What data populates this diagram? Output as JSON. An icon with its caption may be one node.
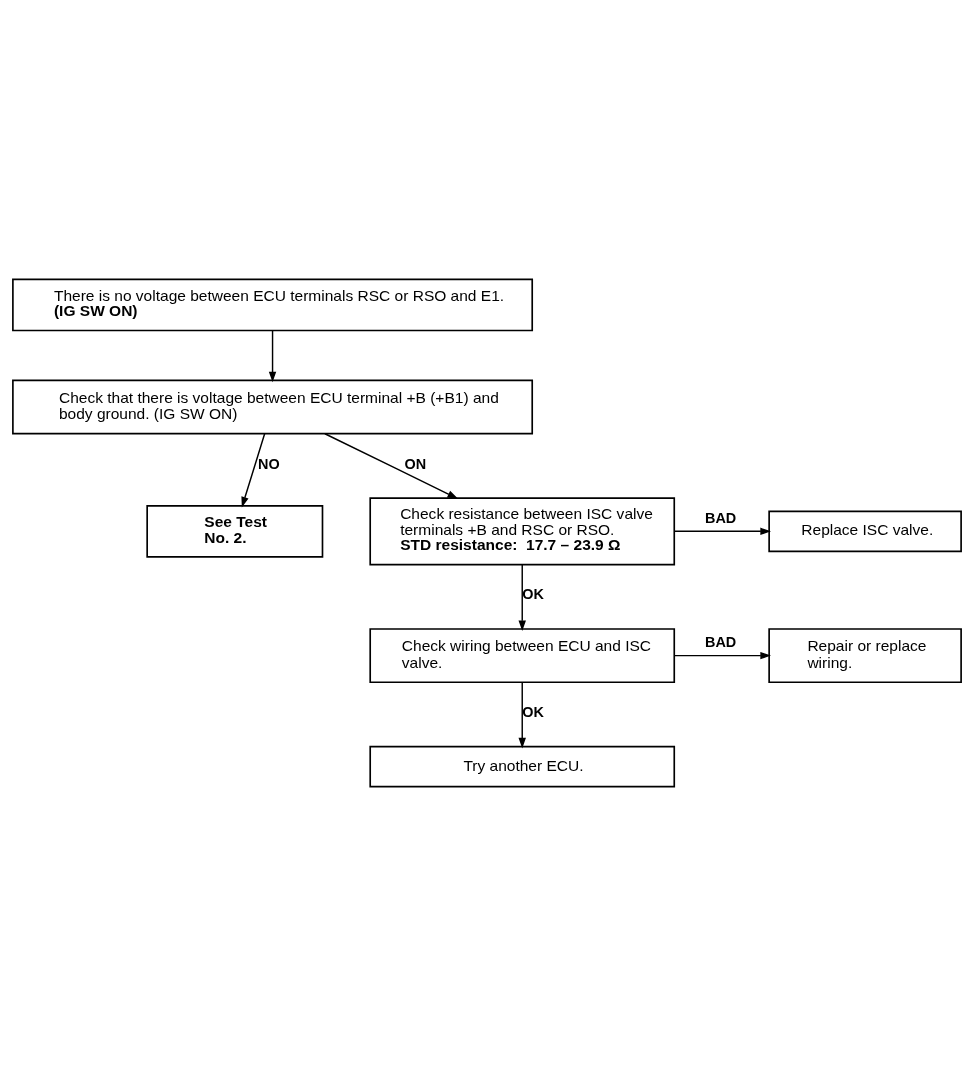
{
  "diagram": {
    "nodes": [
      {
        "text": [
          "There is no voltage between ECU terminals RSC or RSO and E1.",
          "(IG SW ON)"
        ]
      },
      {
        "text": [
          "Check that there is voltage between ECU terminal +B (+B1) and body ground. (IG SW ON)"
        ]
      },
      {
        "text": [
          "See Test No. 2."
        ]
      },
      {
        "text": [
          "Check resistance between ISC valve terminals +B and RSC or RSO.",
          "STD resistance:  17.7 – 23.9 Ω"
        ]
      },
      {
        "text": [
          "Replace ISC valve."
        ]
      },
      {
        "text": [
          "Check wiring between ECU and ISC valve."
        ]
      },
      {
        "text": [
          "Repair or replace wiring."
        ]
      },
      {
        "text": [
          "Try another ECU."
        ]
      }
    ],
    "edges": [
      {
        "from": 0,
        "to": 1,
        "arrow": "to"
      },
      {
        "from": 1,
        "to": 3,
        "arrow": "to",
        "label": "ON"
      },
      {
        "from": 1,
        "to": 2,
        "arrow": "to",
        "label": "NO"
      },
      {
        "from": 3,
        "to": 4,
        "arrow": "to",
        "label": "BAD"
      },
      {
        "from": 3,
        "to": 5,
        "arrow": "to",
        "label": "OK"
      },
      {
        "from": 5,
        "to": 6,
        "arrow": "to",
        "label": "BAD"
      },
      {
        "from": 5,
        "to": 7,
        "arrow": "to",
        "label": "OK"
      }
    ]
  }
}
